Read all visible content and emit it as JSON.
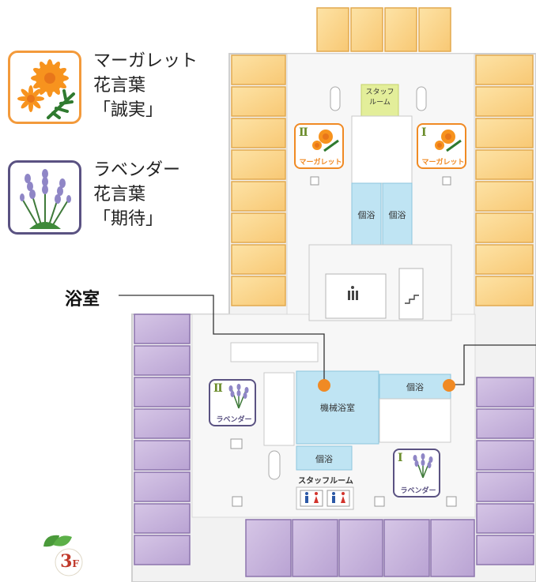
{
  "legend": [
    {
      "name": "マーガレット",
      "subtitle": "花言葉",
      "meaning": "「誠実」",
      "icon": "margaret-flower-icon",
      "border_color": "#f39a3b"
    },
    {
      "name": "ラベンダー",
      "subtitle": "花言葉",
      "meaning": "「期待」",
      "icon": "lavender-flower-icon",
      "border_color": "#5a5282"
    }
  ],
  "callout": {
    "label": "浴室"
  },
  "rooms": {
    "staff_room_north": "スタッフ\nルーム",
    "private_bath_north_1": "個浴",
    "private_bath_north_2": "個浴",
    "machine_bath": "機械浴室",
    "private_bath_east": "個浴",
    "private_bath_south": "個浴",
    "staff_room_south": "スタッフルーム"
  },
  "unit_badges": [
    {
      "numeral": "Ⅱ",
      "name": "マーガレット",
      "color": "#f08a24"
    },
    {
      "numeral": "Ⅰ",
      "name": "マーガレット",
      "color": "#f08a24"
    },
    {
      "numeral": "Ⅱ",
      "name": "ラベンダー",
      "color": "#5a5282"
    },
    {
      "numeral": "Ⅰ",
      "name": "ラベンダー",
      "color": "#5a5282"
    }
  ],
  "floor": {
    "number": "3",
    "unit": "F"
  },
  "colors": {
    "margaret_room": "#fcd98f",
    "lavender_room": "#c7b3dc",
    "bath": "#bfe4f3",
    "staff": "#e3ee9a",
    "marker": "#f08a24"
  }
}
